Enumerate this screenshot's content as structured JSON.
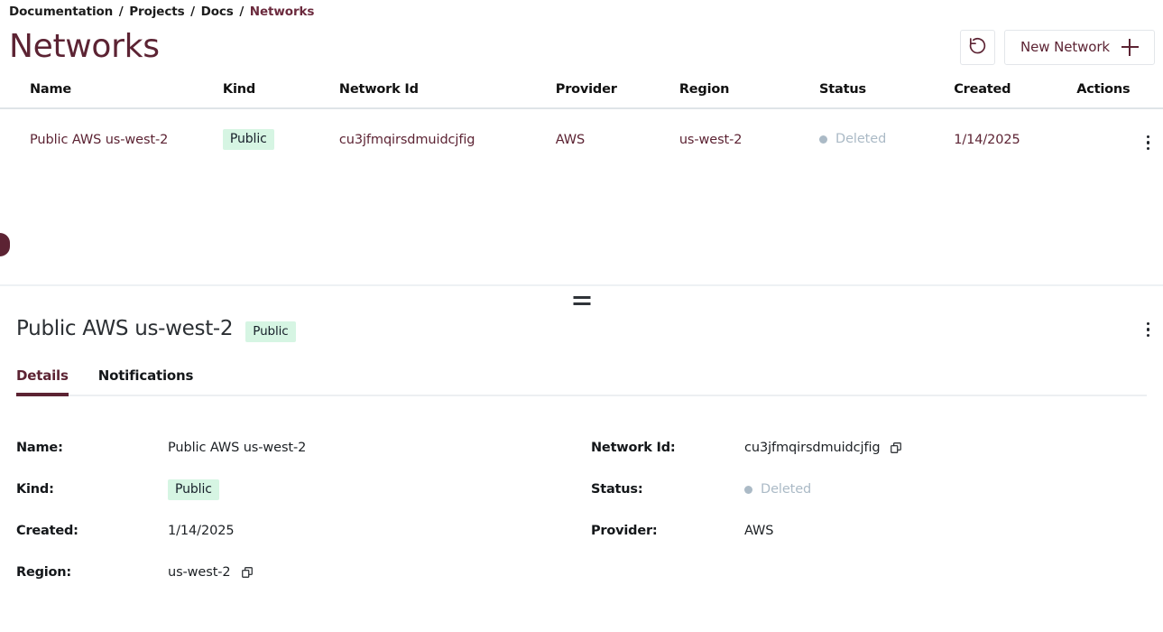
{
  "breadcrumb": {
    "items": [
      {
        "label": "Documentation",
        "current": false
      },
      {
        "label": "Projects",
        "current": false
      },
      {
        "label": "Docs",
        "current": false
      },
      {
        "label": "Networks",
        "current": true
      }
    ],
    "separator": "/"
  },
  "header": {
    "title": "Networks",
    "refresh_icon": "refresh-icon",
    "new_button_label": "New Network",
    "new_button_icon": "plus-icon"
  },
  "table": {
    "columns": [
      "Name",
      "Kind",
      "Network Id",
      "Provider",
      "Region",
      "Status",
      "Created",
      "Actions"
    ],
    "rows": [
      {
        "name": "Public AWS us-west-2",
        "kind": "Public",
        "network_id": "cu3jfmqirsdmuidcjfig",
        "provider": "AWS",
        "region": "us-west-2",
        "status": "Deleted",
        "created": "1/14/2025",
        "actions_icon": "kebab-menu-icon",
        "selected": true
      }
    ]
  },
  "detail": {
    "title": "Public AWS us-west-2",
    "badge": "Public",
    "menu_icon": "kebab-menu-icon",
    "drag_handle": "resize-handle",
    "tabs": [
      {
        "label": "Details",
        "active": true
      },
      {
        "label": "Notifications",
        "active": false
      }
    ],
    "fields_left": [
      {
        "label": "Name:",
        "value": "Public AWS us-west-2",
        "type": "text",
        "copy": false
      },
      {
        "label": "Kind:",
        "value": "Public",
        "type": "badge",
        "copy": false
      },
      {
        "label": "Created:",
        "value": "1/14/2025",
        "type": "text",
        "copy": false
      },
      {
        "label": "Region:",
        "value": "us-west-2",
        "type": "text",
        "copy": true
      }
    ],
    "fields_right": [
      {
        "label": "Network Id:",
        "value": "cu3jfmqirsdmuidcjfig",
        "type": "text",
        "copy": true
      },
      {
        "label": "Status:",
        "value": "Deleted",
        "type": "status",
        "copy": false
      },
      {
        "label": "Provider:",
        "value": "AWS",
        "type": "text",
        "copy": false
      }
    ]
  },
  "colors": {
    "brand": "#5c2333",
    "badge_bg": "#d6f5e3",
    "status_muted": "#abbac6",
    "border": "#e3e6ea"
  }
}
